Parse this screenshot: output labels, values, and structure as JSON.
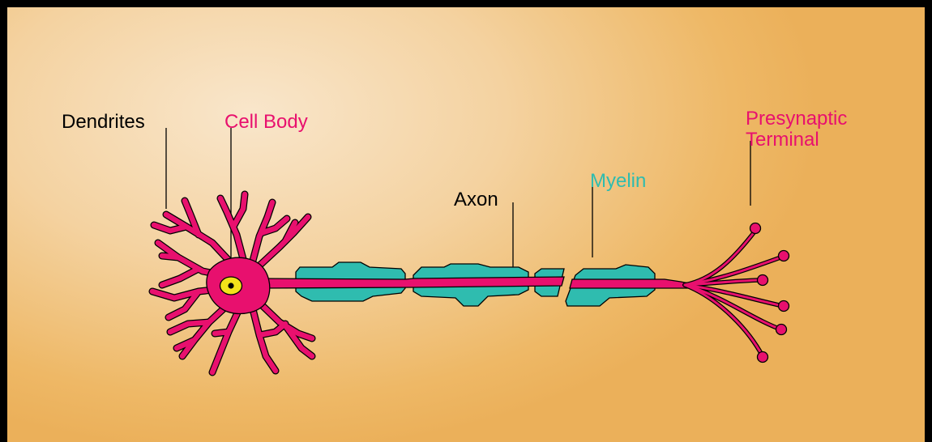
{
  "labels": {
    "dendrites": "Dendrites",
    "cell_body": "Cell Body",
    "axon": "Axon",
    "myelin": "Myelin",
    "presynaptic_line1": "Presynaptic",
    "presynaptic_line2": "Terminal"
  },
  "colors": {
    "neuron": "#e8106e",
    "myelin": "#2fbcaf",
    "nucleus": "#f3e21a",
    "outline": "#000000",
    "black_label": "#000000",
    "pink_label": "#e8106e",
    "teal_label": "#2fbcaf"
  }
}
